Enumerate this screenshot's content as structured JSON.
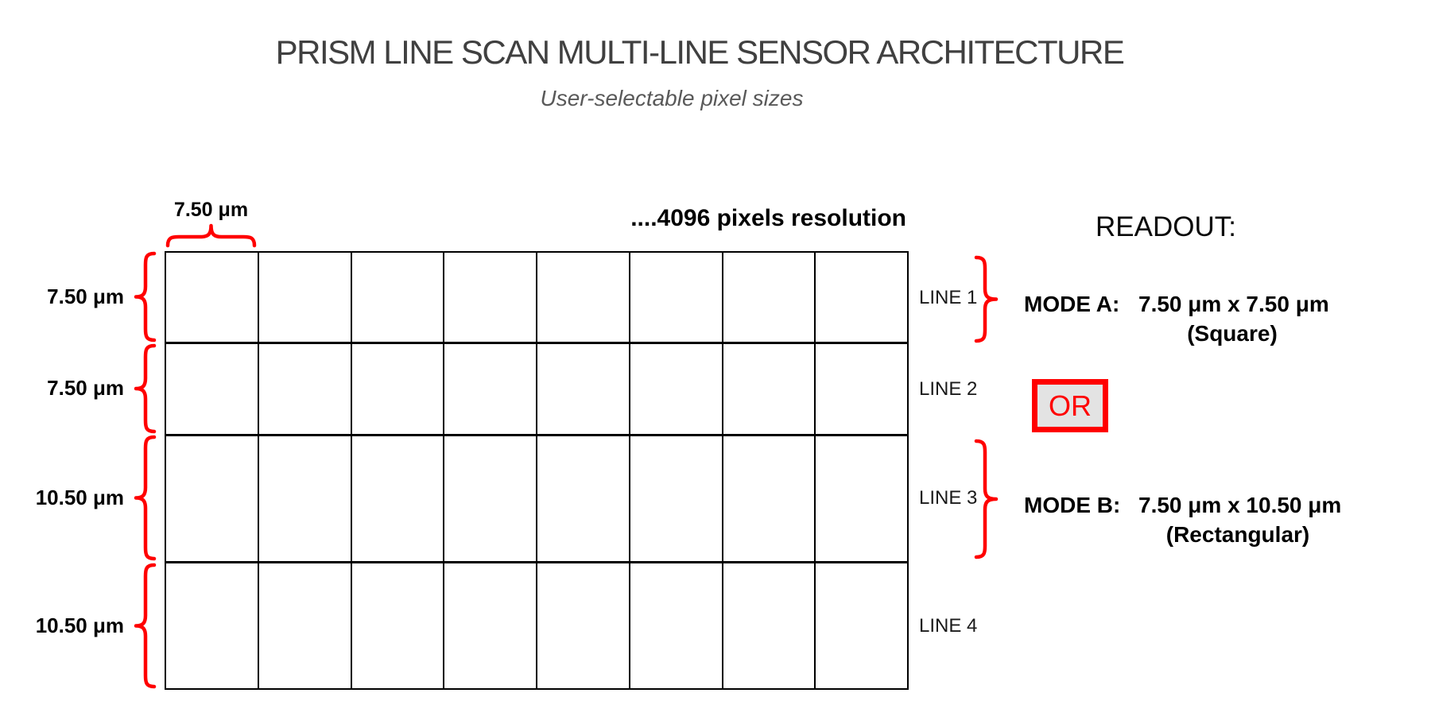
{
  "title": "PRISM LINE SCAN MULTI-LINE SENSOR ARCHITECTURE",
  "subtitle": "User-selectable pixel sizes",
  "grid": {
    "columns": 8,
    "column_width_label": "7.50 μm",
    "resolution_label": "....4096 pixels resolution",
    "rows": [
      {
        "label": "7.50 μm",
        "line": "LINE 1",
        "height_um": 7.5
      },
      {
        "label": "7.50 μm",
        "line": "LINE 2",
        "height_um": 7.5
      },
      {
        "label": "10.50 μm",
        "line": "LINE 3",
        "height_um": 10.5
      },
      {
        "label": "10.50 μm",
        "line": "LINE 4",
        "height_um": 10.5
      }
    ]
  },
  "readout": {
    "heading": "READOUT:",
    "mode_a": {
      "name": "MODE A:",
      "value": "7.50 μm x 7.50 μm",
      "shape": "(Square)"
    },
    "or_label": "OR",
    "mode_b": {
      "name": "MODE B:",
      "value": "7.50 μm x 10.50 μm",
      "shape": "(Rectangular)"
    }
  },
  "colors": {
    "accent_red": "#ff0000",
    "title_gray": "#404040",
    "subtitle_gray": "#595959",
    "or_box_fill": "#e3e3e3"
  }
}
